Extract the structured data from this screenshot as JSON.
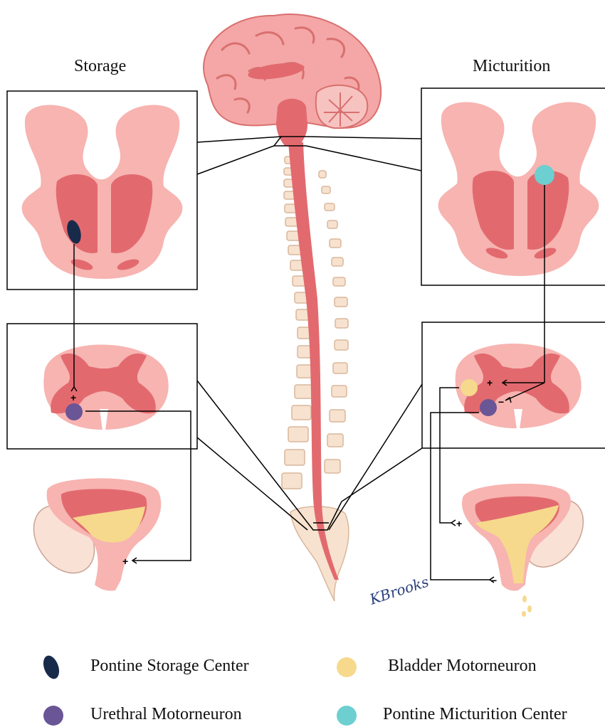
{
  "titles": {
    "left": "Storage",
    "right": "Micturition"
  },
  "signature": "KBrooks",
  "signs": {
    "plus": "+",
    "minus": "−"
  },
  "legend": [
    {
      "key": "pontine-storage-center",
      "label": "Pontine Storage Center",
      "color": "#172a4a"
    },
    {
      "key": "bladder-motorneuron",
      "label": "Bladder Motorneuron",
      "color": "#f6d98c"
    },
    {
      "key": "urethral-motorneuron",
      "label": "Urethral Motorneuron",
      "color": "#6a5596"
    },
    {
      "key": "pontine-micturition-center",
      "label": "Pontine Micturition Center",
      "color": "#6dcfd0"
    }
  ],
  "colors": {
    "tissue_light": "#f7b4b1",
    "tissue_dark": "#e26a6f",
    "bone": "#f7e2cf",
    "bone_edge": "#d9b79b",
    "urine": "#f6d98c"
  }
}
